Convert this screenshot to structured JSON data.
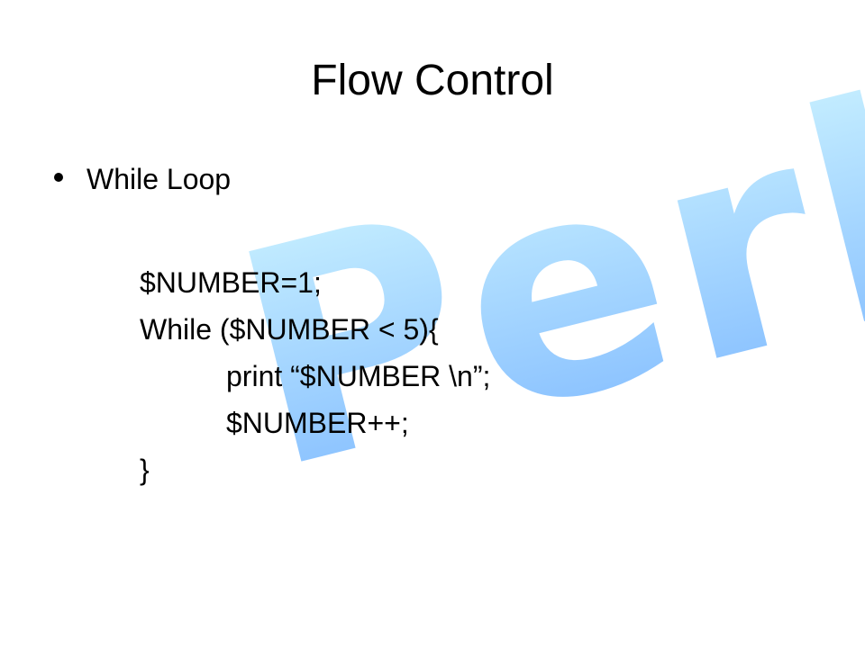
{
  "slide": {
    "title": "Flow Control",
    "bullet": "While Loop",
    "code_lines": [
      {
        "text": "$NUMBER=1;",
        "indent": 0
      },
      {
        "text": "While ($NUMBER < 5){",
        "indent": 0
      },
      {
        "text": "print “$NUMBER \\n”;",
        "indent": 1
      },
      {
        "text": "$NUMBER++;",
        "indent": 1
      },
      {
        "text": "}",
        "indent": 0
      }
    ],
    "watermark": {
      "text": "Perl",
      "color_light": "#cdf4ff",
      "color_dark": "#7fb9ff"
    }
  }
}
